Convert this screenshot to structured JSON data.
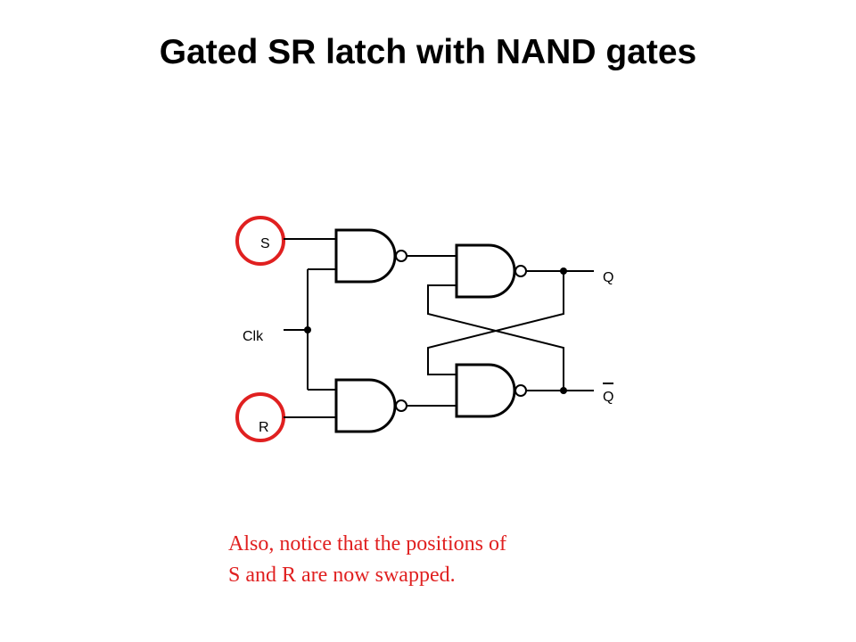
{
  "title": "Gated SR latch with NAND gates",
  "labels": {
    "s": "S",
    "clk": "Clk",
    "r": "R",
    "q": "Q",
    "q_bar": "Q"
  },
  "note": "Also, notice that the positions of S and R are now swapped.",
  "colors": {
    "highlight": "#e02020",
    "ink": "#000000"
  }
}
